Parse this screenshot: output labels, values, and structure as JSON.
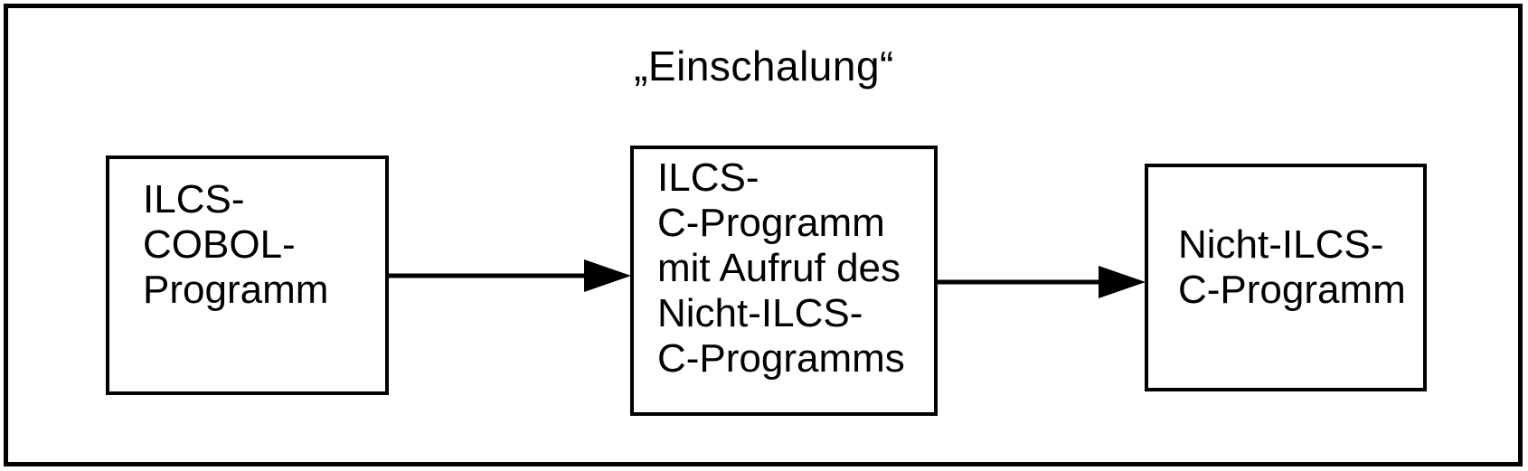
{
  "diagram": {
    "title": "„Einschalung“",
    "nodes": [
      {
        "id": "ilcs-cobol-programm",
        "lines": [
          "ILCS-",
          "COBOL-",
          "Programm"
        ]
      },
      {
        "id": "ilcs-c-programm-mit-aufruf",
        "lines": [
          "ILCS-",
          "C-Programm",
          "mit Aufruf des",
          "Nicht-ILCS-",
          "C-Programms"
        ]
      },
      {
        "id": "nicht-ilcs-c-programm",
        "lines": [
          "Nicht-ILCS-",
          "C-Programm"
        ]
      }
    ],
    "edges": [
      {
        "from": "ilcs-cobol-programm",
        "to": "ilcs-c-programm-mit-aufruf"
      },
      {
        "from": "ilcs-c-programm-mit-aufruf",
        "to": "nicht-ilcs-c-programm"
      }
    ],
    "colors": {
      "border": "#000000",
      "text": "#000000",
      "background": "#ffffff"
    }
  }
}
